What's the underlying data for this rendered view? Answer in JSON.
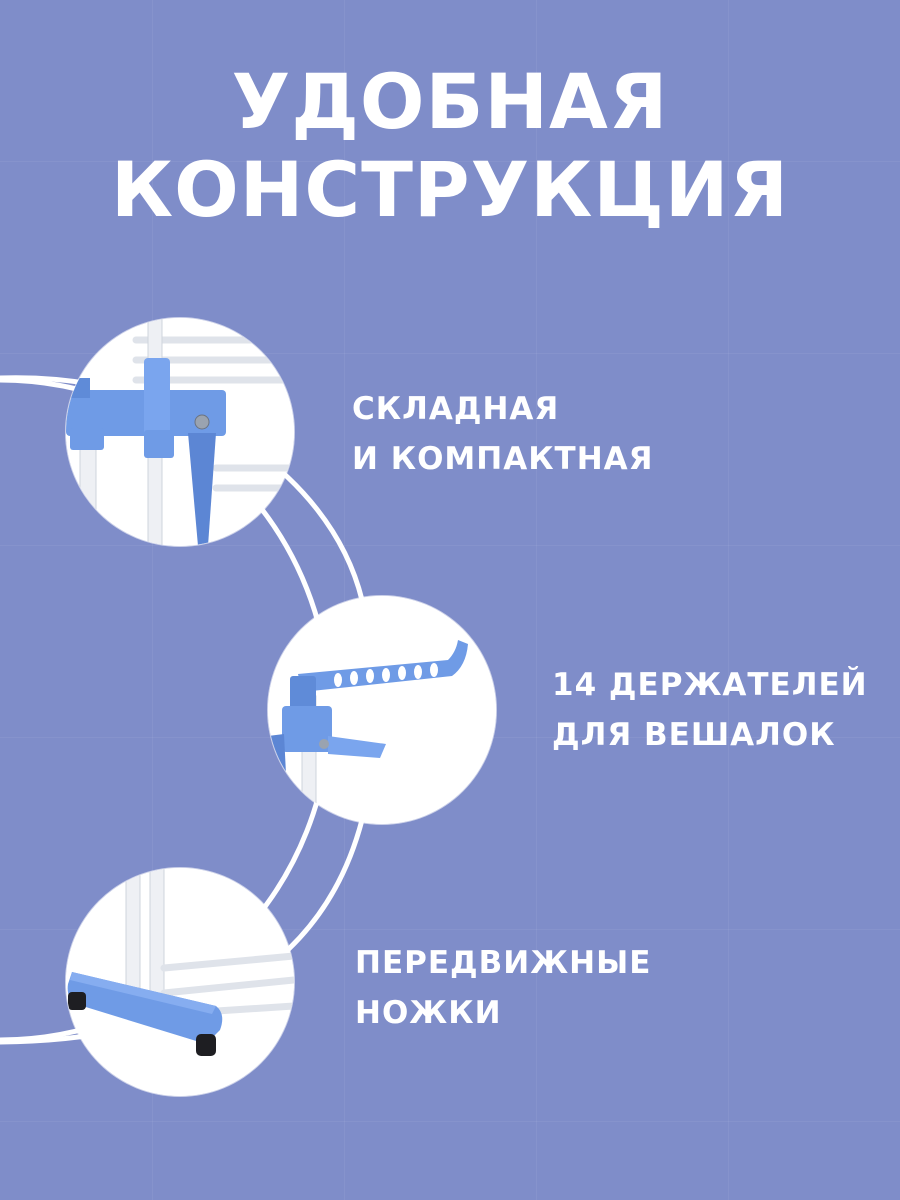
{
  "headline": {
    "line1": "УДОБНАЯ",
    "line2": "КОНСТРУКЦИЯ"
  },
  "features": [
    {
      "line1": "СКЛАДНАЯ",
      "line2": "И КОМПАКТНАЯ",
      "image": "folding-joint-photo"
    },
    {
      "line1": "14 ДЕРЖАТЕЛЕЙ",
      "line2": "ДЛЯ ВЕШАЛОК",
      "image": "hanger-holder-photo"
    },
    {
      "line1": "ПЕРЕДВИЖНЫЕ",
      "line2": "НОЖКИ",
      "image": "wheeled-foot-photo"
    }
  ],
  "colors": {
    "background": "#7f8dc9",
    "text": "#ffffff",
    "plastic_blue": "#6f9be6",
    "frame_white": "#f2f4f8"
  }
}
